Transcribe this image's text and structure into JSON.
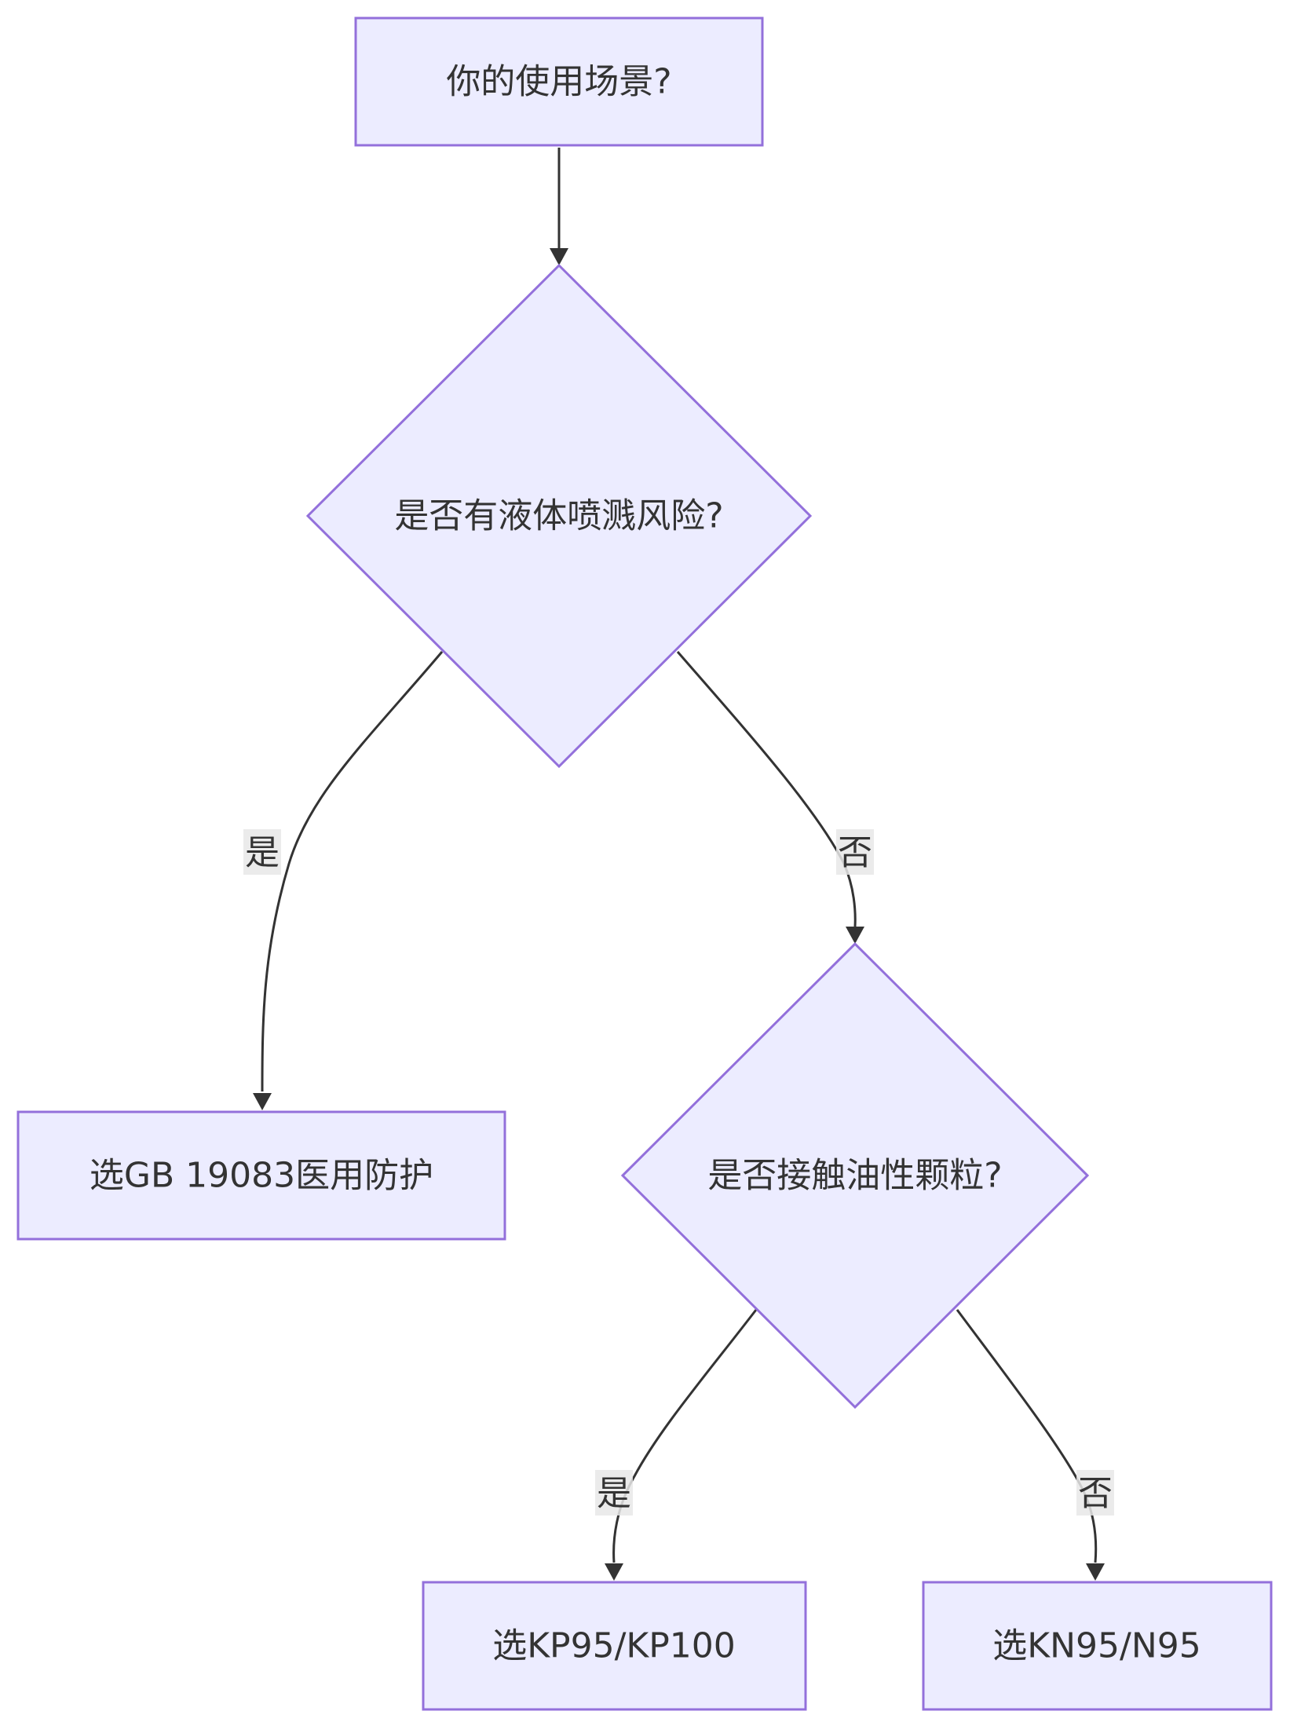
{
  "nodes": {
    "start": "你的使用场景?",
    "q_splash": "是否有液体喷溅风险?",
    "q_oily": "是否接触油性颗粒?",
    "r_medical": "选GB 19083医用防护",
    "r_kp": "选KP95/KP100",
    "r_kn": "选KN95/N95"
  },
  "edges": {
    "splash_yes": "是",
    "splash_no": "否",
    "oily_yes": "是",
    "oily_no": "否"
  },
  "colors": {
    "node_fill": "#ececff",
    "node_stroke": "#9370db",
    "edge": "#333333",
    "label_bg": "#e8e8e8"
  }
}
